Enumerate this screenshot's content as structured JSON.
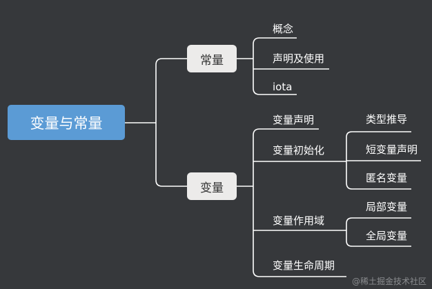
{
  "root": {
    "label": "变量与常量"
  },
  "constant": {
    "label": "常量",
    "children": [
      "概念",
      "声明及使用",
      "iota"
    ]
  },
  "variable": {
    "label": "变量",
    "children": {
      "declare": "变量声明",
      "init": {
        "label": "变量初始化",
        "children": [
          "类型推导",
          "短变量声明",
          "匿名变量"
        ]
      },
      "scope": {
        "label": "变量作用域",
        "children": [
          "局部变量",
          "全局变量"
        ]
      },
      "lifetime": "变量生命周期"
    }
  },
  "watermark": "@稀土掘金技术社区",
  "colors": {
    "background": "#36383b",
    "root_fill": "#5b9bd5",
    "branch_fill": "#ecebea",
    "connector": "#ffffff"
  }
}
